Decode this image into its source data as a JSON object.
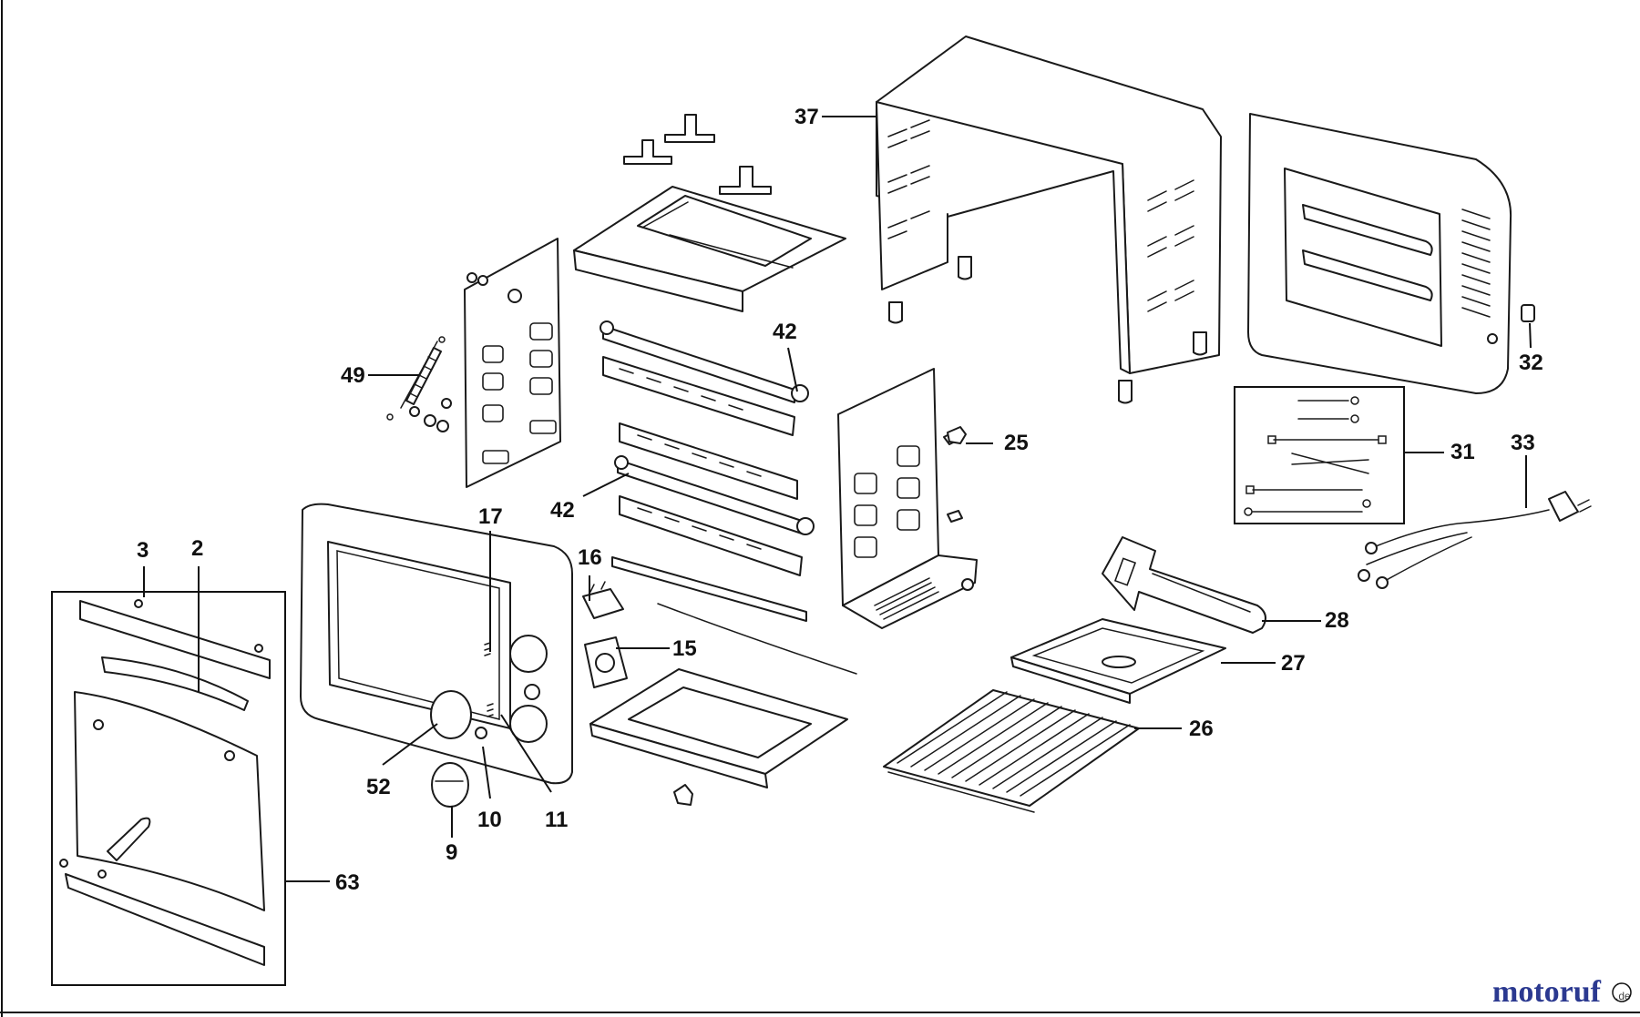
{
  "diagram": {
    "callouts": [
      "37",
      "42",
      "49",
      "42",
      "25",
      "32",
      "31",
      "33",
      "28",
      "27",
      "26",
      "17",
      "16",
      "15",
      "3",
      "2",
      "52",
      "10",
      "11",
      "9",
      "63"
    ],
    "watermark": {
      "brand": "motoruf",
      "suffix": ".de",
      "colors": [
        "#2b3990",
        "#c1272d"
      ]
    }
  }
}
